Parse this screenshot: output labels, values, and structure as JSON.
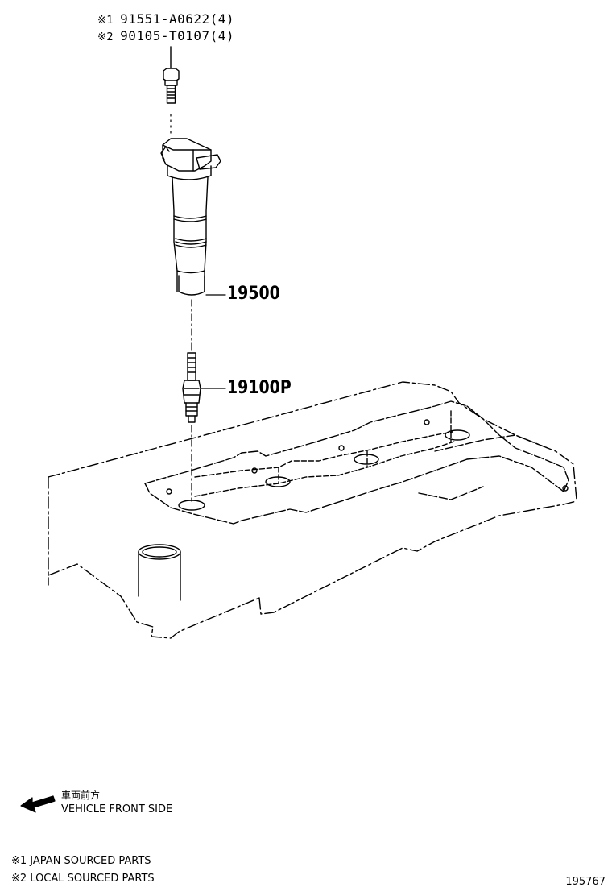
{
  "callouts": [
    {
      "mark": "※1",
      "part_number": "91551-A0622(4)"
    },
    {
      "mark": "※2",
      "part_number": "90105-T0107(4)"
    }
  ],
  "parts": {
    "ignition_coil": "19500",
    "spark_plug": "19100P"
  },
  "direction": {
    "japanese": "車両前方",
    "english": "VEHICLE FRONT SIDE"
  },
  "footnotes": [
    "※1 JAPAN SOURCED PARTS",
    "※2 LOCAL SOURCED PARTS"
  ],
  "diagram_id": "195767"
}
